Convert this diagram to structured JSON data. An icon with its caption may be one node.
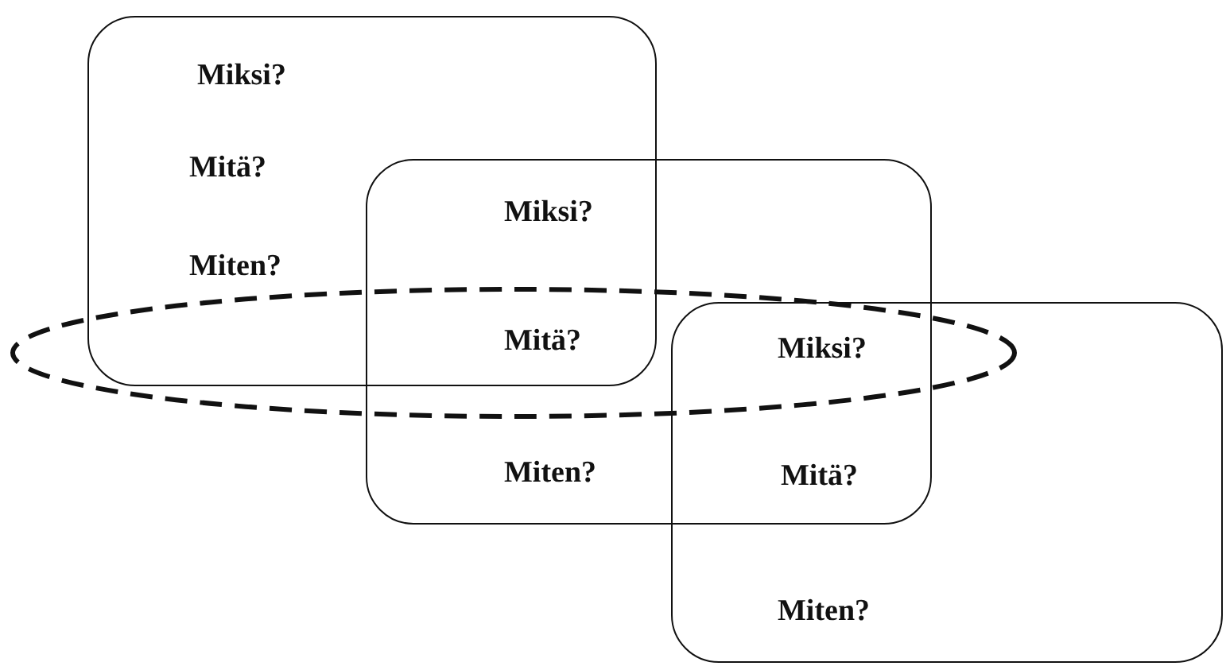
{
  "diagram": {
    "nodes": [
      {
        "text": [
          "Miksi?",
          "Mitä?",
          "Miten?"
        ]
      },
      {
        "text": [
          "Miksi?",
          "Mitä?",
          "Miten?"
        ]
      },
      {
        "text": [
          "Miksi?",
          "Mitä?",
          "Miten?"
        ]
      }
    ]
  }
}
